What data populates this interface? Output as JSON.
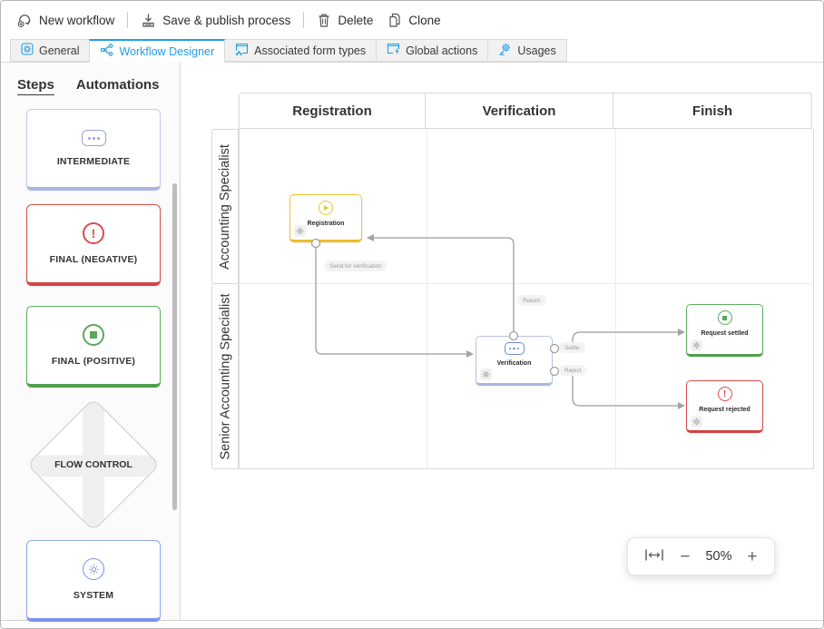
{
  "toolbar": {
    "items": [
      {
        "label": "New workflow"
      },
      {
        "label": "Save & publish process"
      },
      {
        "label": "Delete"
      },
      {
        "label": "Clone"
      }
    ]
  },
  "tabs": [
    {
      "label": "General",
      "active": false
    },
    {
      "label": "Workflow Designer",
      "active": true
    },
    {
      "label": "Associated form types",
      "active": false
    },
    {
      "label": "Global actions",
      "active": false
    },
    {
      "label": "Usages",
      "active": false
    }
  ],
  "palette": {
    "tabs": [
      {
        "label": "Steps",
        "active": true
      },
      {
        "label": "Automations",
        "active": false
      }
    ],
    "steps": [
      {
        "label": "INTERMEDIATE",
        "color": "#a9b6e0"
      },
      {
        "label": "FINAL (NEGATIVE)",
        "color": "#dd4b4b"
      },
      {
        "label": "FINAL (POSITIVE)",
        "color": "#5aa95a"
      },
      {
        "label": "FLOW CONTROL",
        "color": "#c9c9c9"
      },
      {
        "label": "SYSTEM",
        "color": "#7b93ea"
      }
    ]
  },
  "canvas": {
    "columns": [
      "Registration",
      "Verification",
      "Finish"
    ],
    "lanes": [
      "Accounting Specialist",
      "Senior Accounting Specialist"
    ],
    "nodes": [
      {
        "label": "Registration",
        "type": "start",
        "color": "#f1c233"
      },
      {
        "label": "Verification",
        "type": "intermediate",
        "color": "#b9c3e4"
      },
      {
        "label": "Request settled",
        "type": "final-positive",
        "color": "#5db25d"
      },
      {
        "label": "Request rejected",
        "type": "final-negative",
        "color": "#dd4b4b"
      }
    ],
    "edge_labels": [
      "Send for verification",
      "Return",
      "Settle",
      "Reject"
    ],
    "zoom_control": {
      "level": "50%",
      "minus": "−",
      "plus": "+"
    }
  },
  "colors": {
    "accent": "#1e9de9",
    "edge": "#ababab"
  }
}
